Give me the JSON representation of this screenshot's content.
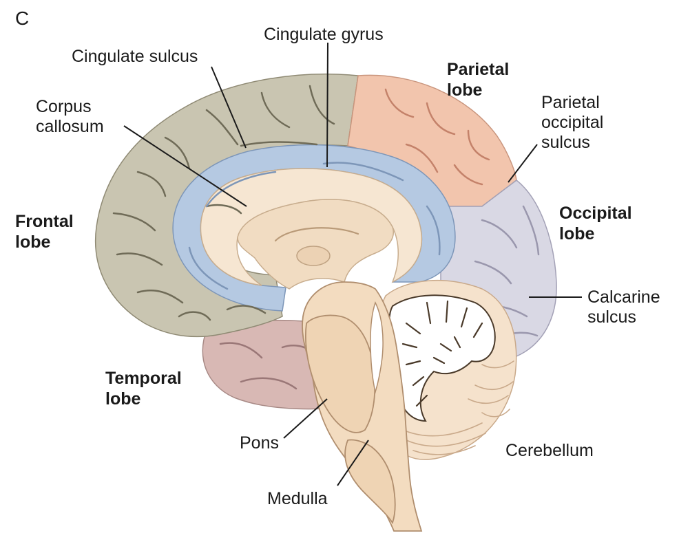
{
  "panel_label": "C",
  "labels": {
    "cingulate_gyrus": "Cingulate gyrus",
    "cingulate_sulcus": "Cingulate sulcus",
    "corpus_callosum_line1": "Corpus",
    "corpus_callosum_line2": "callosum",
    "parietal_lobe_line1": "Parietal",
    "parietal_lobe_line2": "lobe",
    "parietal_occipital_sulcus_line1": "Parietal",
    "parietal_occipital_sulcus_line2": "occipital",
    "parietal_occipital_sulcus_line3": "sulcus",
    "frontal_lobe_line1": "Frontal",
    "frontal_lobe_line2": "lobe",
    "occipital_lobe_line1": "Occipital",
    "occipital_lobe_line2": "lobe",
    "calcarine_sulcus_line1": "Calcarine",
    "calcarine_sulcus_line2": "sulcus",
    "temporal_lobe_line1": "Temporal",
    "temporal_lobe_line2": "lobe",
    "pons": "Pons",
    "cerebellum": "Cerebellum",
    "medulla": "Medulla"
  },
  "colors": {
    "frontal": "#c9c5b1",
    "parietal": "#f2c5ad",
    "occipital": "#d9d8e4",
    "temporal": "#d8b8b4",
    "cingulate": "#b5c9e2",
    "tissue": "#f6e6d2",
    "brainstem": "#f3dcc0",
    "cerebellum_folia": "#f5e2cc"
  }
}
